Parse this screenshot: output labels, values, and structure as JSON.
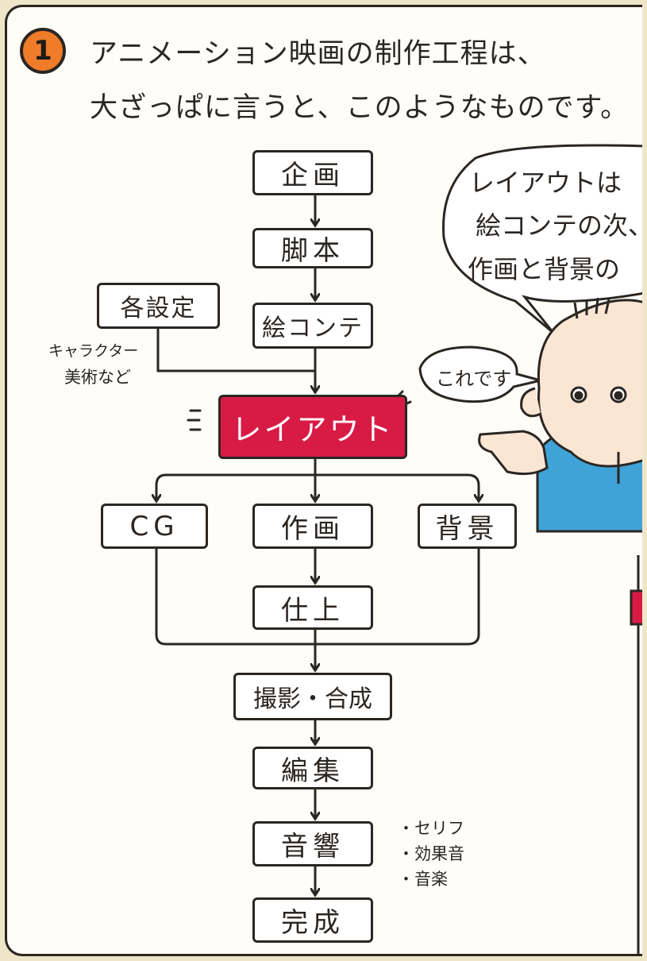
{
  "step_number": "1",
  "heading": {
    "line1": "アニメーション映画の制作工程は、",
    "line2": "大ざっぱに言うと、このようなものです。"
  },
  "nodes": {
    "kikaku": "企画",
    "kyakuhon": "脚本",
    "kakusettei": "各設定",
    "ekonte": "絵コンテ",
    "layout": "レイアウト",
    "cg": "CG",
    "sakuga": "作画",
    "haikei": "背景",
    "shiage": "仕上",
    "satsuei": "撮影・合成",
    "henshu": "編集",
    "onkyo": "音響",
    "kansei": "完成"
  },
  "notes": {
    "settei_line1": "キャラクター",
    "settei_line2": "美術など",
    "onkyo_items": [
      "・セリフ",
      "・効果音",
      "・音楽"
    ]
  },
  "speech": {
    "big_line1": "レイアウトは",
    "big_line2": "絵コンテの次、",
    "big_line3": "作画と背景の",
    "small": "これです"
  },
  "colors": {
    "highlight": "#d81b45",
    "badge": "#f07c2a",
    "shirt": "#3fa3d8",
    "ink": "#2b2622",
    "paper": "#fffdf8"
  }
}
